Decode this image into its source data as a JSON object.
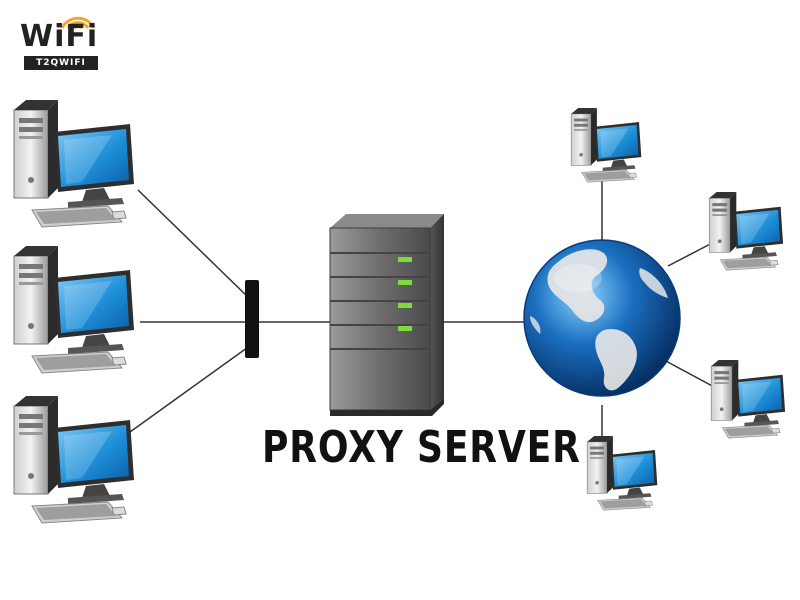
{
  "logo": {
    "word": "WiFi",
    "sub": "T2QWIFI",
    "accent_color": "#f5a623"
  },
  "diagram": {
    "title": "PROXY SERVER",
    "colors": {
      "screen": "#1e8fd8",
      "screen_light": "#7cc8f5",
      "server_body": "#6e6e6e",
      "led": "#7ddc3a",
      "globe_ocean": "#1a6fc0",
      "globe_land": "#d9d9d9",
      "line": "#333333"
    },
    "nodes": [
      {
        "id": "client-1",
        "type": "client-computer"
      },
      {
        "id": "client-2",
        "type": "client-computer"
      },
      {
        "id": "client-3",
        "type": "client-computer"
      },
      {
        "id": "switch",
        "type": "network-switch"
      },
      {
        "id": "proxy",
        "type": "proxy-server"
      },
      {
        "id": "internet",
        "type": "globe"
      },
      {
        "id": "remote-1",
        "type": "remote-computer"
      },
      {
        "id": "remote-2",
        "type": "remote-computer"
      },
      {
        "id": "remote-3",
        "type": "remote-computer"
      },
      {
        "id": "remote-4",
        "type": "remote-computer"
      }
    ],
    "edges": [
      {
        "from": "client-1",
        "to": "switch"
      },
      {
        "from": "client-2",
        "to": "switch"
      },
      {
        "from": "client-3",
        "to": "switch"
      },
      {
        "from": "switch",
        "to": "proxy"
      },
      {
        "from": "proxy",
        "to": "internet"
      },
      {
        "from": "internet",
        "to": "remote-1"
      },
      {
        "from": "internet",
        "to": "remote-2"
      },
      {
        "from": "internet",
        "to": "remote-3"
      },
      {
        "from": "internet",
        "to": "remote-4"
      }
    ]
  }
}
